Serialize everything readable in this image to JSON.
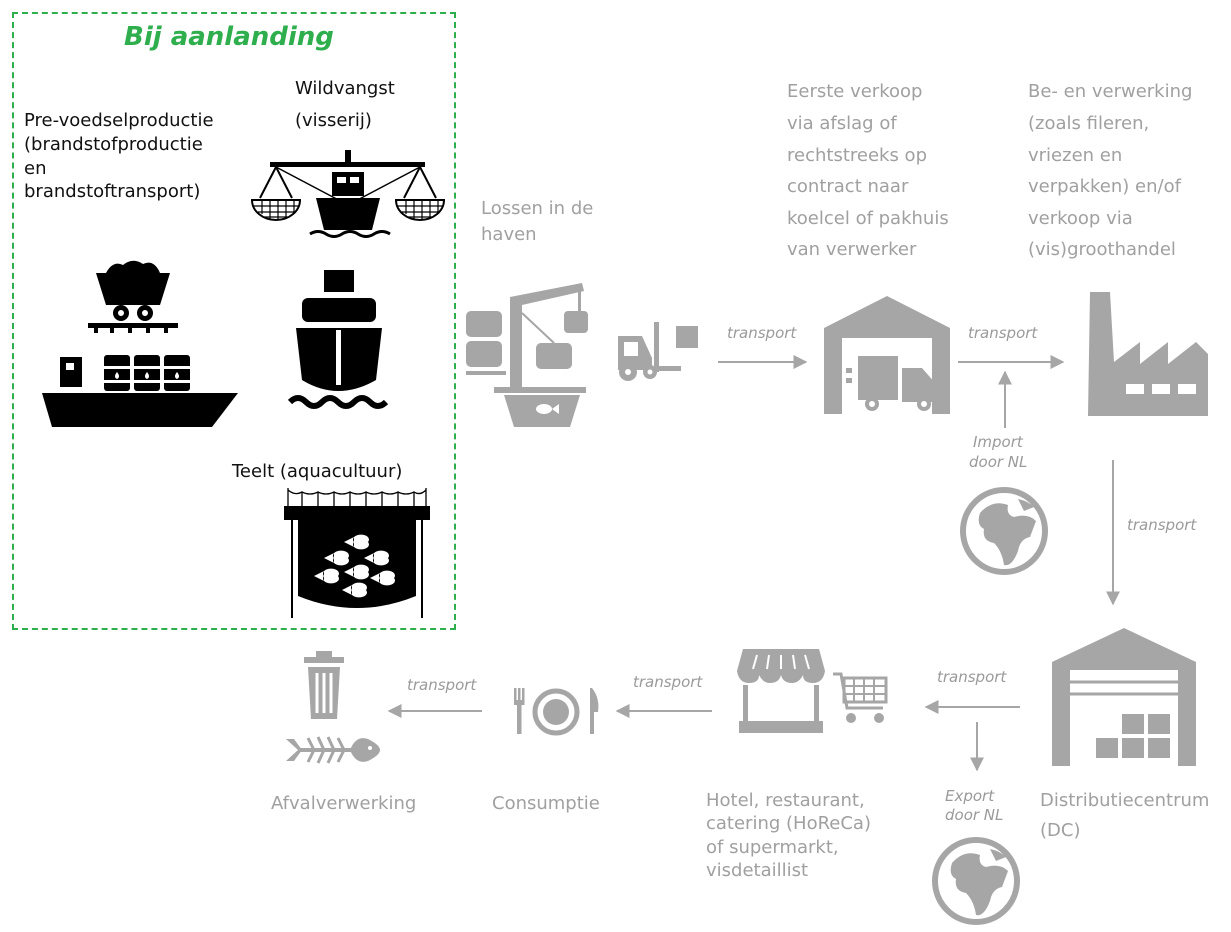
{
  "landing_box": {
    "title": "Bij aanlanding"
  },
  "stages": {
    "pre_food": [
      "Pre-voedselproductie",
      "(brandstofproductie",
      "en",
      "brandstoftransport)"
    ],
    "wild_catch": [
      "Wildvangst",
      "(visserij)"
    ],
    "aquaculture": "Teelt (aquacultuur)",
    "unloading": [
      "Lossen in de",
      "haven"
    ],
    "first_sale": [
      "Eerste verkoop",
      "via afslag of",
      "rechtstreeks op",
      "contract naar",
      "koelcel of pakhuis",
      "van verwerker"
    ],
    "processing": [
      "Be- en verwerking",
      "(zoals fileren,",
      "vriezen en",
      "verpakken) en/of",
      "verkoop via",
      "(vis)groothandel"
    ],
    "distribution": [
      "Distributiecentrum",
      "(DC)"
    ],
    "retail": [
      "Hotel, restaurant,",
      "catering (HoReCa)",
      "of supermarkt,",
      "visdetaillist"
    ],
    "consumption": "Consumptie",
    "waste": "Afvalverwerking"
  },
  "flows": {
    "t1": "transport",
    "t2": "transport",
    "t3": "transport",
    "t4": "transport",
    "t5": "transport",
    "t6": "transport",
    "import_line1": "Import",
    "import_line2": "door NL",
    "export_line1": "Export",
    "export_line2": "door NL"
  },
  "colors": {
    "box": "#2fae4e",
    "dark_icon": "#000000",
    "gray_icon": "#a6a6a6",
    "gray_text": "#a0a0a0"
  },
  "icons": [
    "coal-cart-icon",
    "oil-tanker-icon",
    "trawler-icon",
    "ship-icon",
    "fish-cage-icon",
    "crane-icon",
    "forklift-icon",
    "warehouse-truck-icon",
    "factory-icon",
    "globe-icon",
    "distribution-warehouse-icon",
    "market-stall-icon",
    "shopping-cart-icon",
    "plate-cutlery-icon",
    "trash-can-icon",
    "fish-bone-icon"
  ]
}
